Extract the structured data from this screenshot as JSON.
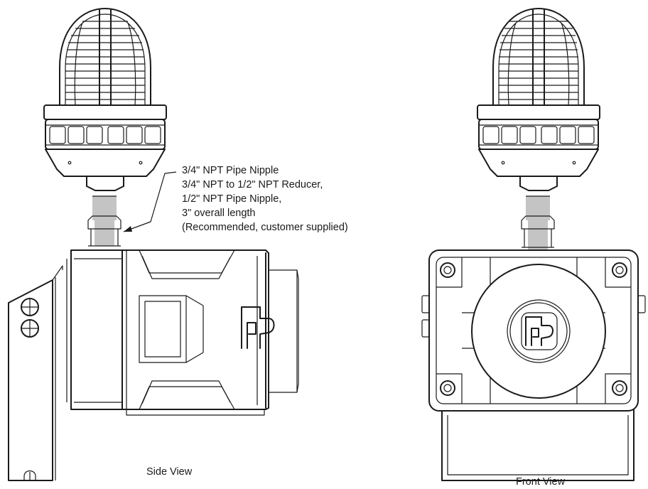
{
  "callout": {
    "lines": [
      "3/4\" NPT Pipe Nipple",
      "3/4\" NPT to 1/2\" NPT Reducer,",
      "1/2\" NPT Pipe Nipple,",
      "3\" overall length",
      "(Recommended, customer supplied)"
    ]
  },
  "captions": {
    "side_view": "Side View",
    "front_view": "Front View"
  },
  "colors": {
    "line": "#1a1a1a",
    "pipe_highlight": "#c4c4c4",
    "background": "#ffffff"
  }
}
